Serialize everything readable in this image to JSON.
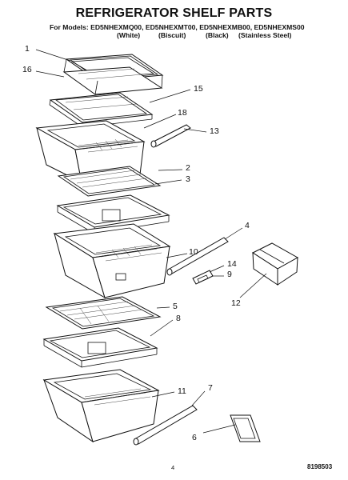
{
  "header": {
    "title": "REFRIGERATOR SHELF PARTS",
    "models_line": "For Models: ED5NHEXMQ00, ED5NHEXMT00, ED5NHEXMB00, ED5NHEXMS00",
    "colors": [
      "(White)",
      "(Biscuit)",
      "(Black)",
      "(Stainless Steel)"
    ]
  },
  "callouts": [
    "1",
    "16",
    "15",
    "18",
    "13",
    "2",
    "3",
    "4",
    "10",
    "14",
    "9",
    "12",
    "5",
    "8",
    "7",
    "11",
    "6"
  ],
  "footer": {
    "page_number": "4",
    "doc_id": "8198503"
  }
}
